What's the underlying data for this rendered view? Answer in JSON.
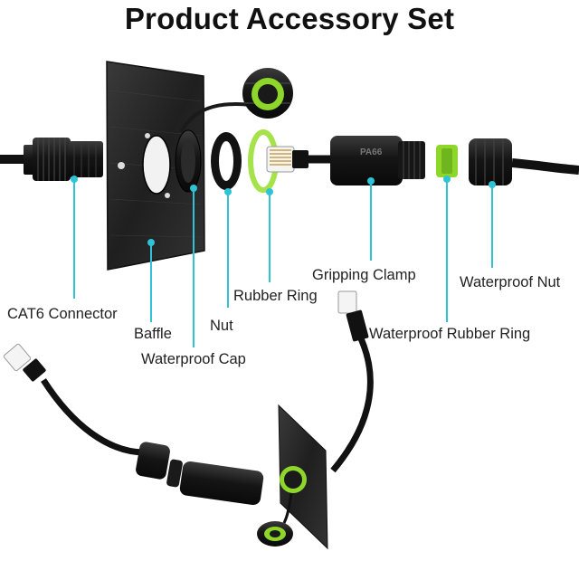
{
  "title": "Product Accessory Set",
  "labels": {
    "cat6_connector": "CAT6 Connector",
    "baffle": "Baffle",
    "waterproof_cap": "Waterproof Cap",
    "nut": "Nut",
    "rubber_ring": "Rubber Ring",
    "gripping_clamp": "Gripping Clamp",
    "waterproof_nut": "Waterproof Nut",
    "waterproof_rubber_ring": "Waterproof Rubber Ring"
  },
  "colors": {
    "accent_line": "#2ec4d6",
    "ring_green": "#8fd62b",
    "plastic_black": "#1b1b1b",
    "plate": "#2a2a2a"
  },
  "part_marks": {
    "gripping_clamp": "PA66"
  }
}
